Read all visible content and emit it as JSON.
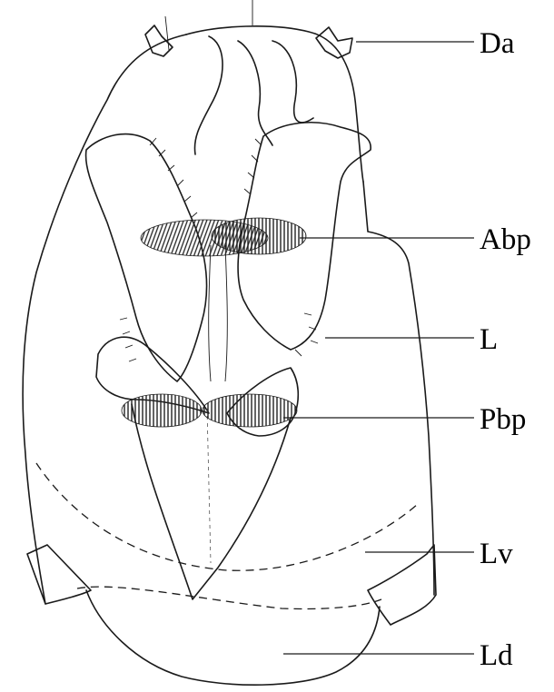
{
  "labels": {
    "da": "Da",
    "abp": "Abp",
    "l": "L",
    "pbp": "Pbp",
    "lv": "Lv",
    "ld": "Ld"
  }
}
